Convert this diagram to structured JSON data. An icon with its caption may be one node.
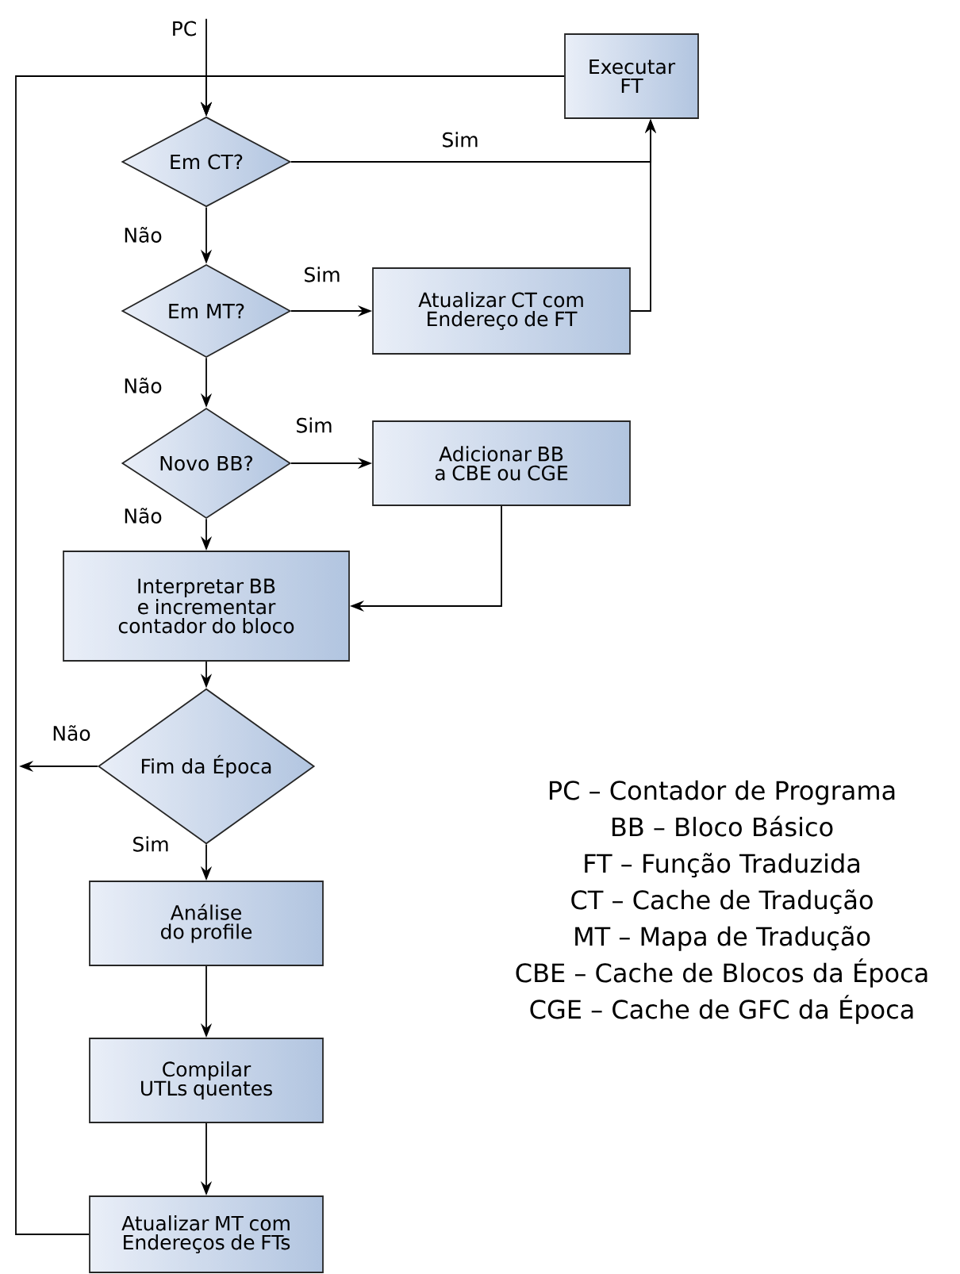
{
  "diagram": {
    "nodes": [
      {
        "text": [
          "PC"
        ]
      },
      {
        "text": [
          "Em CT?"
        ]
      },
      {
        "text": [
          "Executar FT"
        ]
      },
      {
        "text": [
          "Em MT?"
        ]
      },
      {
        "text": [
          "Atualizar CT com Endereço de FT"
        ]
      },
      {
        "text": [
          "Novo BB?"
        ]
      },
      {
        "text": [
          "Adicionar BB a CBE ou CGE"
        ]
      },
      {
        "text": [
          "Interpretar BB e incrementar contador do bloco"
        ]
      },
      {
        "text": [
          "Fim da Época"
        ]
      },
      {
        "text": [
          "Análise do profile"
        ]
      },
      {
        "text": [
          "Compilar UTLs quentes"
        ]
      },
      {
        "text": [
          "Atualizar MT com Endereços de FTs"
        ]
      }
    ],
    "edges": [
      {
        "from": 0,
        "to": 1,
        "arrow": "to"
      },
      {
        "from": 1,
        "to": 2,
        "arrow": "to",
        "label": "Sim"
      },
      {
        "from": 2,
        "to": 1,
        "arrow": "to"
      },
      {
        "from": 1,
        "to": 3,
        "arrow": "to",
        "label": "Não"
      },
      {
        "from": 3,
        "to": 4,
        "arrow": "to",
        "label": "Sim"
      },
      {
        "from": 4,
        "to": 2,
        "arrow": "to"
      },
      {
        "from": 3,
        "to": 5,
        "arrow": "to",
        "label": "Não"
      },
      {
        "from": 5,
        "to": 6,
        "arrow": "to",
        "label": "Sim"
      },
      {
        "from": 5,
        "to": 7,
        "arrow": "to",
        "label": "Não"
      },
      {
        "from": 6,
        "to": 7,
        "arrow": "to"
      },
      {
        "from": 7,
        "to": 8,
        "arrow": "to"
      },
      {
        "from": 8,
        "to": null,
        "arrow": "to",
        "label": "Não"
      },
      {
        "from": 8,
        "to": 9,
        "arrow": "to",
        "label": "Sim"
      },
      {
        "from": 9,
        "to": 10,
        "arrow": "to"
      },
      {
        "from": 10,
        "to": 11,
        "arrow": "to"
      },
      {
        "from": 11,
        "to": 1,
        "arrow": "to"
      }
    ],
    "labels": [
      "PC – Contador de Programa",
      "BB – Bloco Básico",
      "FT – Função Traduzida",
      "CT – Cache de Tradução",
      "MT – Mapa de Tradução",
      "CBE – Cache de Blocos da Época",
      "CGE – Cache de GFC da Época"
    ]
  }
}
